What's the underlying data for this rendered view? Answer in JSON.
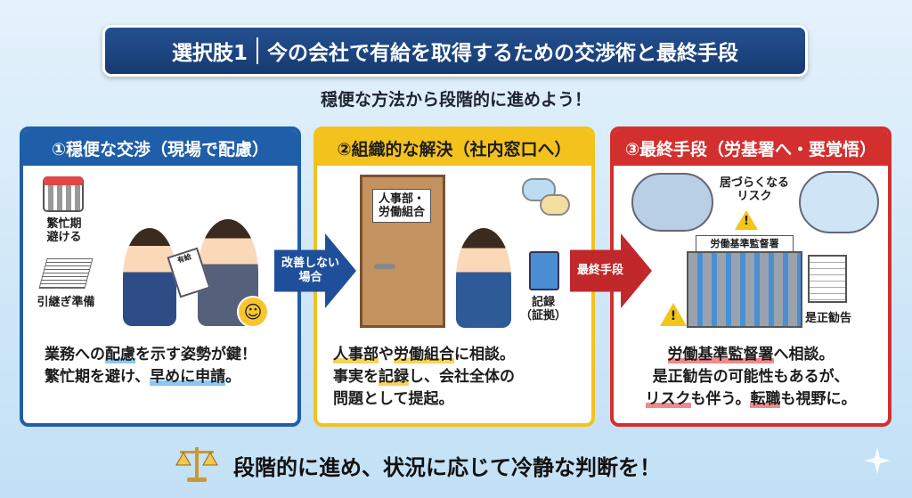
{
  "title": {
    "prefix": "選択肢1",
    "main": "今の会社で有給を取得するための交渉術と最終手段"
  },
  "subtitle": "穏便な方法から段階的に進めよう！",
  "panels": [
    {
      "header": "①穏便な交渉（現場で配慮）",
      "color": "#1f5ea8",
      "labels": {
        "calendar": "繁忙期\n避ける",
        "papers": "引継ぎ準備",
        "document": "有給"
      },
      "text": {
        "l1a": "業務への",
        "l1b": "配慮",
        "l1c": "を示す姿勢が鍵！",
        "l2a": "繁忙期を避け、",
        "l2b": "早めに申請",
        "l2c": "。"
      }
    },
    {
      "header": "②組織的な解決（社内窓口へ）",
      "color": "#f3c21c",
      "labels": {
        "door_sign": "人事部・\n労働組合",
        "notebook": "記録\n（証拠）"
      },
      "text": {
        "l1a": "人事部",
        "l1b": "や",
        "l1c": "労働組合",
        "l1d": "に相談。",
        "l2a": "事実を",
        "l2b": "記録",
        "l2c": "し、会社全体の",
        "l3": "問題として提起。"
      }
    },
    {
      "header": "③最終手段（労基署へ・要覚悟）",
      "color": "#d32f2f",
      "labels": {
        "risk": "居づらくなる\nリスク",
        "building": "労働基準監督署",
        "notice": "是正勧告"
      },
      "text": {
        "l1a": "労働基準監督署",
        "l1b": "へ相談。",
        "l2": "是正勧告の可能性もあるが、",
        "l3a": "リスク",
        "l3b": "も伴う。",
        "l3c": "転職",
        "l3d": "も視野に。"
      }
    }
  ],
  "arrows": [
    {
      "label": "改善しない\n場合",
      "color": "#1f4f9a"
    },
    {
      "label": "最終手段",
      "color": "#c0282c"
    }
  ],
  "footer": "段階的に進め、状況に応じて冷静な判断を！",
  "icons": [
    "calendar-icon",
    "paper-stack-icon",
    "smiley-icon",
    "speech-bubbles-icon",
    "notebook-icon",
    "warning-icon",
    "building-icon",
    "document-icon",
    "scale-icon",
    "sparkle-icon"
  ]
}
